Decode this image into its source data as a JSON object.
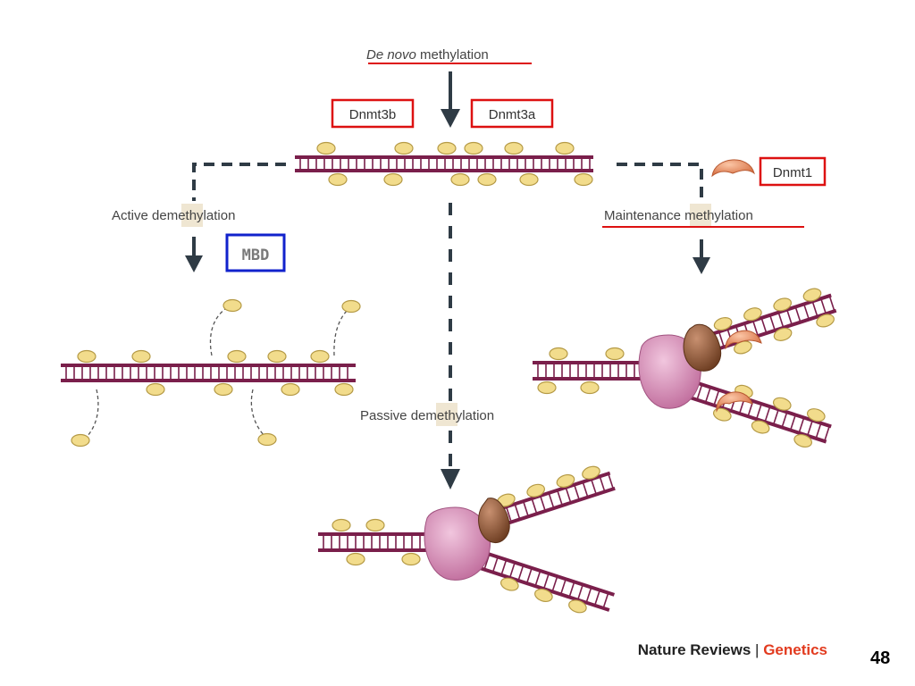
{
  "labels": {
    "de_novo_italic": "De novo",
    "de_novo_rest": " methylation",
    "dnmt3b": "Dnmt3b",
    "dnmt3a": "Dnmt3a",
    "dnmt1": "Dnmt1",
    "active_pre": "Active de",
    "active_hl": "me",
    "active_post": "thylation",
    "mbd": "MBD",
    "maint_pre": "Maintenan",
    "maint_hl": "ce",
    "maint_post": " methylation",
    "passive_pre": "Passive de",
    "passive_hl": "me",
    "passive_post": "thylation"
  },
  "footer": {
    "journal": "Nature Reviews",
    "separator": " | ",
    "section": "Genetics"
  },
  "page_number": "48",
  "colors": {
    "dna_strand": "#7a1f4b",
    "methyl_group": "#f2dc8c",
    "methyl_outline": "#b59a46",
    "arrow": "#2f3b45",
    "red_box": "#dd1111",
    "blue_box": "#1122cc",
    "polymerase_pink": "#d88fb8",
    "dnmt1_orange": "#e98a5c",
    "helicase_brown": "#8a5533",
    "highlight": "#efe6d2",
    "genetics_red": "#e23b1f"
  }
}
